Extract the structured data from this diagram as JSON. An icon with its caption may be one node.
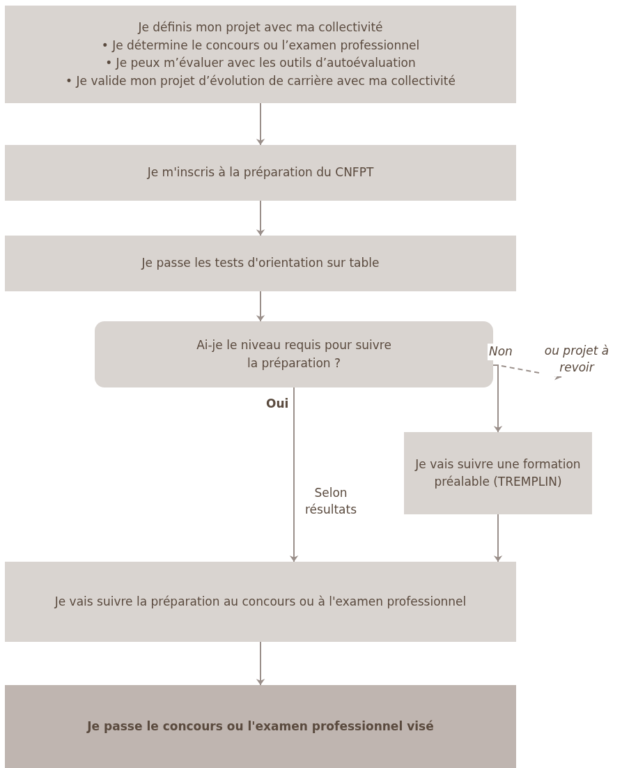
{
  "diagram": {
    "nodes": [
      {
        "text": [
          "Je définis mon projet avec ma collectivité",
          "• Je détermine le concours ou l’examen professionnel",
          "• Je peux m’évaluer avec les outils d’autoévaluation",
          "• Je valide mon projet d’évolution de carrière avec ma collectivité"
        ]
      },
      {
        "text": [
          "Je m'inscris à la préparation du CNFPT"
        ]
      },
      {
        "text": [
          "Je passe les tests d'orientation sur table"
        ]
      },
      {
        "text": [
          "Ai-je le niveau requis pour suivre la préparation ?"
        ]
      },
      {
        "text": [
          "Je vais suivre une formation préalable (TREMPLIN)"
        ]
      },
      {
        "text": [
          "Je vais suivre la préparation au concours ou à l'examen professionnel"
        ]
      },
      {
        "text": [
          "Je passe le concours ou l'examen professionnel visé"
        ]
      }
    ],
    "edges": [
      {
        "from": 0,
        "to": 1,
        "arrow": "to"
      },
      {
        "from": 1,
        "to": 2,
        "arrow": "to"
      },
      {
        "from": 2,
        "to": 3,
        "arrow": "to"
      },
      {
        "from": 3,
        "to": 5,
        "arrow": "to",
        "label": "Oui"
      },
      {
        "from": 3,
        "to": 4,
        "arrow": "to",
        "label": "Non"
      },
      {
        "from": 3,
        "to": null,
        "arrow": "to",
        "style": "dashed",
        "label": "ou projet à revoir"
      },
      {
        "from": 4,
        "to": 5,
        "arrow": "to"
      },
      {
        "from": 5,
        "to": 6,
        "arrow": "to"
      }
    ],
    "labels": [
      "Selon résultats"
    ]
  }
}
